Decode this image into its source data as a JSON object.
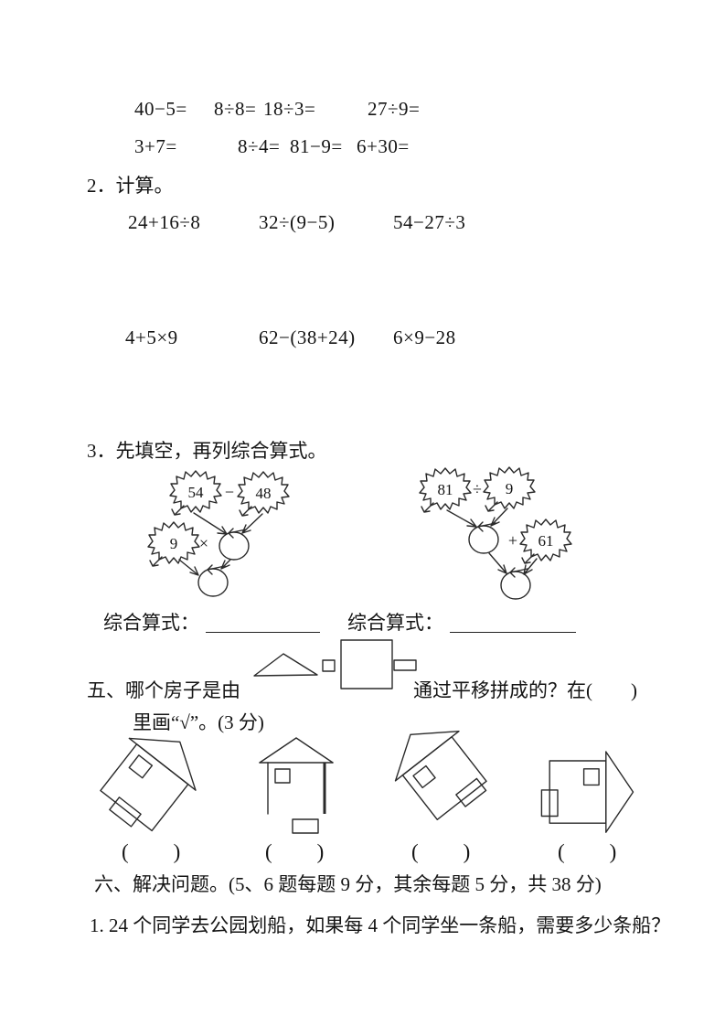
{
  "worksheet": {
    "oral_row1": [
      "40−5=",
      "8÷8=",
      "18÷3=",
      "27÷9="
    ],
    "oral_row2": [
      "3+7=",
      "8÷4=",
      "81−9=",
      "6+30="
    ],
    "calc_label": "2．计算。",
    "calc_row1": [
      "24+16÷8",
      "32÷(9−5)",
      "54−27÷3"
    ],
    "calc_row2": [
      "4+5×9",
      "62−(38+24)",
      "6×9−28"
    ],
    "fill_label": "3．先填空，再列综合算式。",
    "left_tree": {
      "leaf1": "54",
      "op1": "−",
      "leaf2": "48",
      "leaf3": "9",
      "op2": "×"
    },
    "right_tree": {
      "leaf1": "81",
      "op1": "÷",
      "leaf2": "9",
      "op2": "+",
      "leaf3": "61"
    },
    "expr_label": "综合算式：",
    "q5_prefix": "五、哪个房子是由",
    "q5_suffix": "通过平移拼成的？在(　　)",
    "q5_line2": "里画“√”。(3 分)",
    "answer_paren": "(　　)",
    "q6_title": "六、解决问题。(5、6 题每题 9 分，其余每题 5 分，共 38 分)",
    "q6_q1": "1. 24 个同学去公园划船，如果每 4 个同学坐一条船，需要多少条船？"
  }
}
